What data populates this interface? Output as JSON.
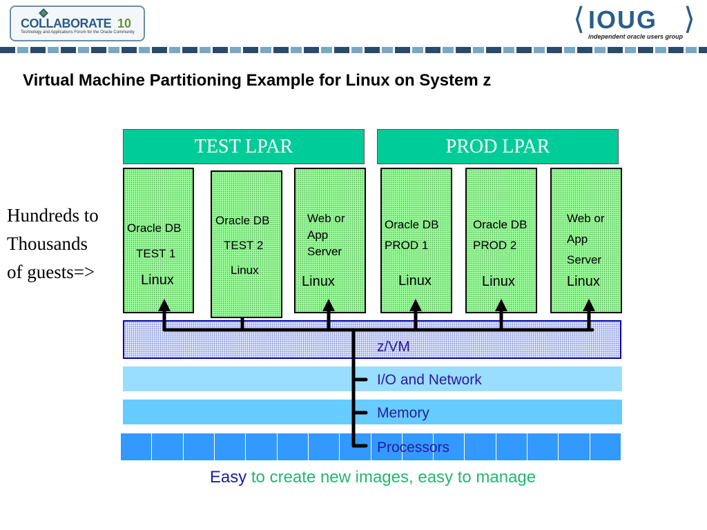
{
  "header": {
    "collaborate_name": "COLLABORATE",
    "collaborate_number": "10",
    "collaborate_sub": "Technology and Applications Forum for the Oracle Community",
    "ioug_name": "IOUG",
    "ioug_sub": "independent oracle users group"
  },
  "title": "Virtual Machine Partitioning Example for Linux on System z",
  "side_text": [
    "Hundreds to",
    "Thousands",
    "of guests=>"
  ],
  "lpars": [
    "TEST LPAR",
    "PROD LPAR"
  ],
  "guests": [
    {
      "lines": [
        "Oracle DB",
        "TEST 1"
      ],
      "os": "Linux"
    },
    {
      "lines": [
        "Oracle DB",
        "TEST 2"
      ],
      "os": "Linux"
    },
    {
      "lines": [
        "Web or",
        "App",
        "Server"
      ],
      "os": "Linux"
    },
    {
      "lines": [
        "Oracle DB",
        "PROD 1"
      ],
      "os": "Linux"
    },
    {
      "lines": [
        "Oracle DB",
        "PROD 2"
      ],
      "os": "Linux"
    },
    {
      "lines": [
        "Web or",
        "App",
        "Server"
      ],
      "os": "Linux"
    }
  ],
  "layers": {
    "zvm": "z/VM",
    "io": "I/O and Network",
    "memory": "Memory",
    "processors": "Processors"
  },
  "footer": {
    "easy": "Easy",
    "rest": " to create new images, easy to manage"
  },
  "colors": {
    "lpar": "#00cc99",
    "guest": "#99ff99",
    "io_band": "#99ddff",
    "memory_band": "#66ccff",
    "processor_band": "#3399ff",
    "footer_easy": "#1a1aa8",
    "footer_rest": "#22b573"
  }
}
